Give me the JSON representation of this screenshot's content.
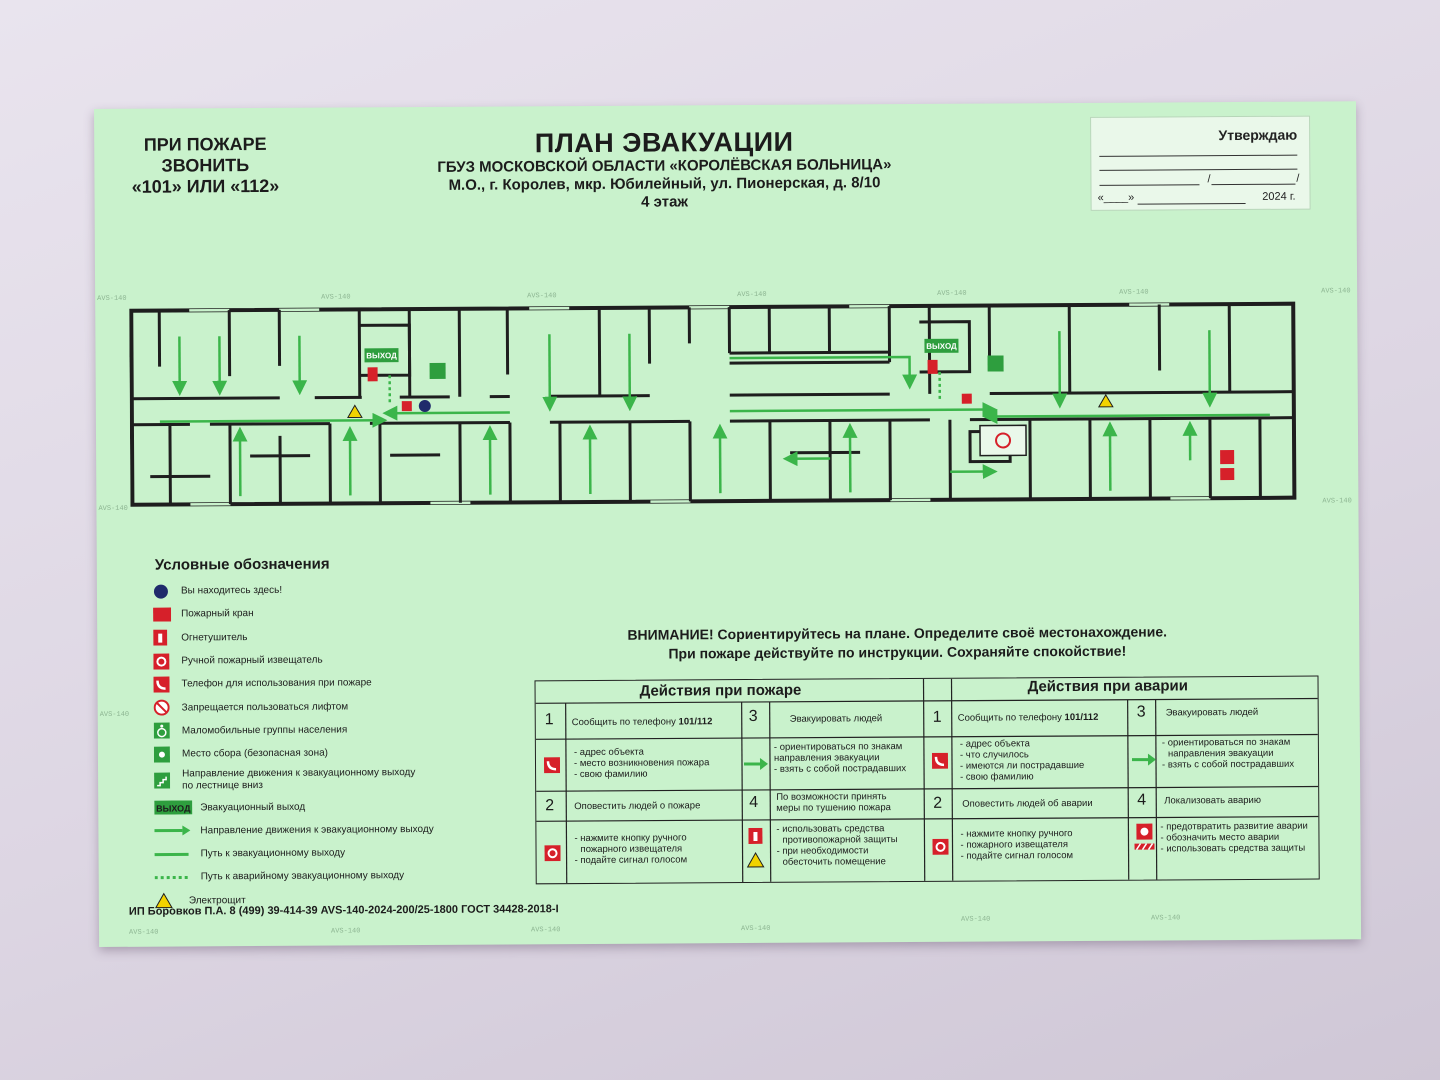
{
  "call_box": {
    "line1": "ПРИ ПОЖАРЕ",
    "line2": "ЗВОНИТЬ",
    "line3": "«101» ИЛИ «112»"
  },
  "title": {
    "main": "ПЛАН ЭВАКУАЦИИ",
    "org": "ГБУЗ МОСКОВСКОЙ ОБЛАСТИ «КОРОЛЁВСКАЯ БОЛЬНИЦА»",
    "address": "М.О., г. Королев, мкр. Юбилейный, ул. Пионерская, д. 8/10",
    "floor": "4 этаж"
  },
  "approval": {
    "title": "Утверждаю",
    "slash": "/",
    "quote": "«____»",
    "year": "2024 г."
  },
  "watermark": "AVS-140",
  "plan": {
    "exit_sign": "ВЫХОД"
  },
  "legend": {
    "title": "Условные обозначения",
    "items": [
      {
        "symbol": "you-are-here",
        "label": "Вы находитесь здесь!"
      },
      {
        "symbol": "fire-hydrant",
        "label": "Пожарный кран"
      },
      {
        "symbol": "extinguisher",
        "label": "Огнетушитель"
      },
      {
        "symbol": "manual-alarm",
        "label": "Ручной пожарный извещатель"
      },
      {
        "symbol": "fire-phone",
        "label": "Телефон для использования при пожаре"
      },
      {
        "symbol": "no-elevator",
        "label": "Запрещается пользоваться лифтом"
      },
      {
        "symbol": "wheelchair",
        "label": "Маломобильные группы населения"
      },
      {
        "symbol": "assembly-point",
        "label": "Место сбора (безопасная зона)"
      },
      {
        "symbol": "stairs-down",
        "label": "Направление движения к эвакуационному выходу по лестнице вниз"
      },
      {
        "symbol": "exit-sign",
        "label": "Эвакуационный выход"
      },
      {
        "symbol": "direction-arrow",
        "label": "Направление движения к эвакуационному выходу"
      },
      {
        "symbol": "path-solid",
        "label": "Путь к  эвакуационному выходу"
      },
      {
        "symbol": "path-dotted",
        "label": "Путь к аварийному эвакуационному выходу"
      },
      {
        "symbol": "electric-panel",
        "label": "Электрощит"
      }
    ]
  },
  "attention": {
    "line1": "ВНИМАНИЕ! Сориентируйтесь на плане. Определите своё местонахождение.",
    "line2": "При пожаре действуйте по инструкции. Сохраняйте спокойствие!"
  },
  "fire_actions": {
    "header": "Действия при пожаре",
    "step1": {
      "num": "1",
      "text": "Сообщить по телефону ",
      "bold": "101/112",
      "details": [
        "- адрес объекта",
        "- место возникновения пожара",
        "- свою фамилию"
      ]
    },
    "step2": {
      "num": "2",
      "text": "Оповестить людей о пожаре",
      "details": [
        "- нажмите кнопку ручного",
        "пожарного извещателя",
        "- подайте сигнал голосом"
      ]
    },
    "step3": {
      "num": "3",
      "text": "Эвакуировать людей",
      "details": [
        "- ориентироваться по знакам",
        "направления эвакуации",
        "- взять с собой пострадавших"
      ]
    },
    "step4": {
      "num": "4",
      "text": [
        "По возможности принять",
        "меры по тушению пожара"
      ],
      "details": [
        "- использовать средства",
        "противопожарной защиты",
        "- при необходимости",
        "обесточить  помещение"
      ]
    }
  },
  "emergency_actions": {
    "header": "Действия при аварии",
    "step1": {
      "num": "1",
      "text": "Сообщить по телефону ",
      "bold": "101/112",
      "details": [
        "- адрес объекта",
        "- что случилось",
        "- имеются ли пострадавшие",
        "- свою фамилию"
      ]
    },
    "step2": {
      "num": "2",
      "text": "Оповестить людей об аварии",
      "details": [
        "- нажмите кнопку ручного",
        "- пожарного извещателя",
        "- подайте сигнал голосом"
      ]
    },
    "step3": {
      "num": "3",
      "text": "Эвакуировать людей",
      "details": [
        "- ориентироваться по знакам",
        "направления эвакуации",
        "- взять с собой пострадавших"
      ]
    },
    "step4": {
      "num": "4",
      "text": "Локализовать аварию",
      "details": [
        "- предотвратить развитие аварии",
        "- обозначить место аварии",
        "- использовать средства защиты"
      ]
    }
  },
  "footer": {
    "code": "ИП Боровков П.А. 8 (499) 39-414-39 AVS-140-2024-200/25-1800 ГОСТ 34428-2018-I"
  },
  "colors": {
    "board": "#c9f2cc",
    "arrow_green": "#3bb54a",
    "wall": "#1e1e1e",
    "red": "#d6202a",
    "exit_green": "#2e9e3e"
  }
}
